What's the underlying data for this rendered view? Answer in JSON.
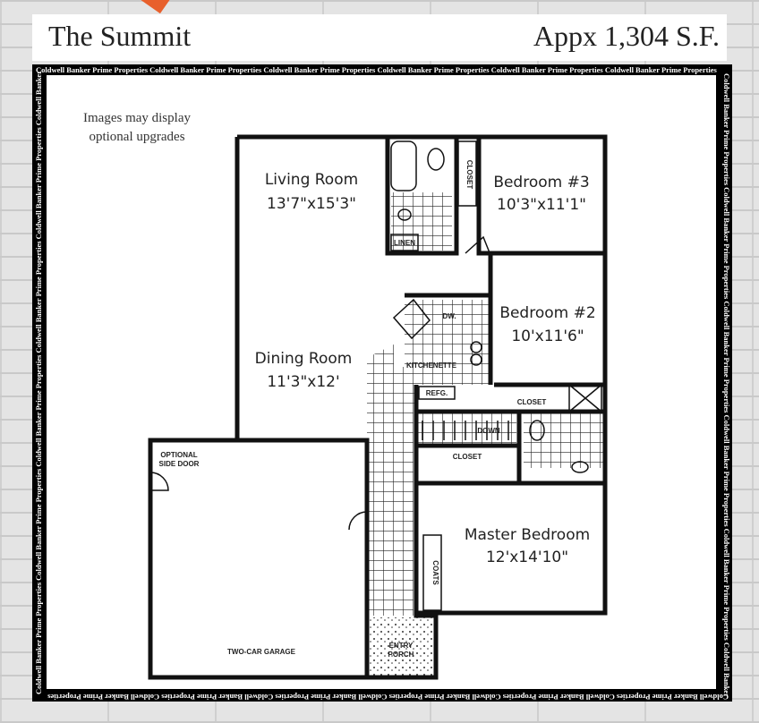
{
  "header": {
    "title": "The Summit",
    "area": "Appx 1,304 S.F."
  },
  "watermark": "Coldwell Banker Prime Properties Coldwell Banker Prime Properties Coldwell Banker Prime Properties Coldwell Banker Prime Properties Coldwell Banker Prime Properties Coldwell Banker Prime Properties",
  "note": {
    "line1": "Images may display",
    "line2": "optional upgrades"
  },
  "rooms": {
    "living": {
      "name": "Living Room",
      "size": "13'7\"x15'3\""
    },
    "dining": {
      "name": "Dining Room",
      "size": "11'3\"x12'"
    },
    "bed3": {
      "name": "Bedroom #3",
      "size": "10'3\"x11'1\""
    },
    "bed2": {
      "name": "Bedroom #2",
      "size": "10'x11'6\""
    },
    "master": {
      "name": "Master Bedroom",
      "size": "12'x14'10\""
    }
  },
  "small_labels": {
    "closet": "CLOSET",
    "linen": "LINEN",
    "dw": "DW.",
    "kitchenette": "KITCHENETTE",
    "refg": "REFG.",
    "down": "DOWN",
    "coats": "COATS",
    "optional_door1": "OPTIONAL",
    "optional_door2": "SIDE DOOR",
    "garage": "TWO-CAR GARAGE",
    "entry1": "ENTRY",
    "entry2": "PORCH"
  }
}
